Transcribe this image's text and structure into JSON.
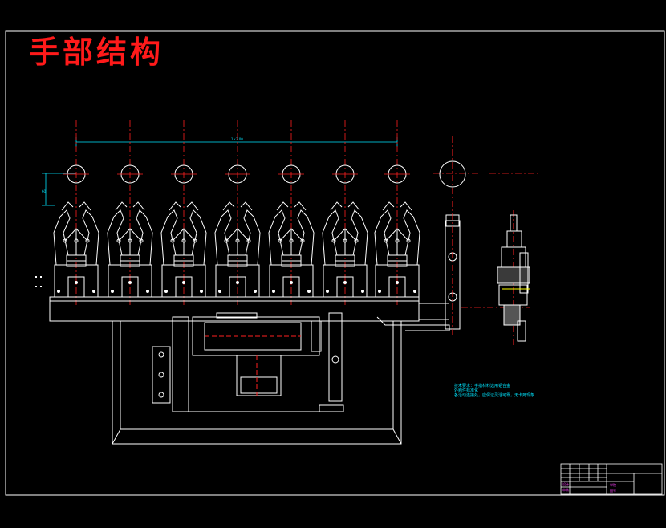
{
  "drawing": {
    "title": "手部结构",
    "dimension_top": "1×3.00",
    "dimension_left": "60"
  },
  "notes": [
    "技术要求：手指材料选用铝合金",
    "外购件标准化",
    "各活动连接处，应保证灵活可靠，无卡死现象"
  ],
  "title_block": {
    "designer_label": "设计",
    "checker_label": "审核",
    "school_label": "学院",
    "drawing_no": "图号"
  },
  "colors": {
    "background": "#000000",
    "lines": "#ffffff",
    "centerlines": "#ff2020",
    "dimensions": "#00e5ff",
    "title": "#ff1a1a",
    "titleblock_text": "#ff40ff",
    "linkage": "#ffff00"
  }
}
